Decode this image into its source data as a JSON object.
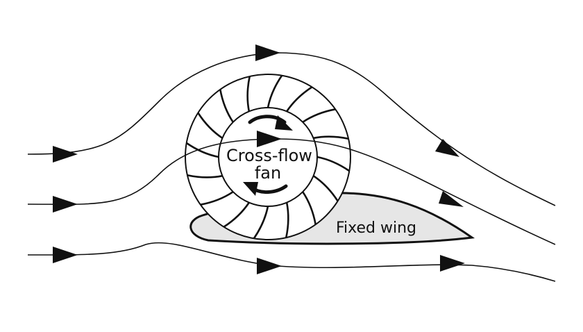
{
  "diagram": {
    "fan_label_line1": "Cross-flow",
    "fan_label_line2": "fan",
    "wing_label": "Fixed wing"
  },
  "colors": {
    "stroke": "#111111",
    "wing_fill": "#e6e6e6",
    "background": "#ffffff"
  },
  "icons": {
    "flow_arrow": "arrowhead",
    "rotation_arrow": "curved-arrow"
  }
}
